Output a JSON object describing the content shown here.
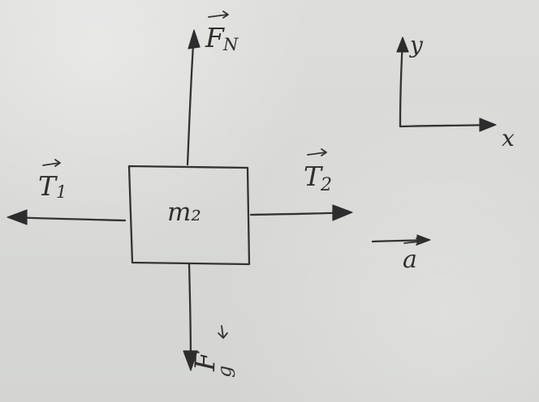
{
  "diagram": {
    "mass_label": "m₂",
    "forces": {
      "normal": "F",
      "normal_sub": "N",
      "weight": "F",
      "weight_sub": "g",
      "left_tension": "T",
      "left_tension_sub": "1",
      "right_tension": "T",
      "right_tension_sub": "2"
    },
    "acceleration": "a",
    "axes": {
      "x": "x",
      "y": "y"
    }
  }
}
